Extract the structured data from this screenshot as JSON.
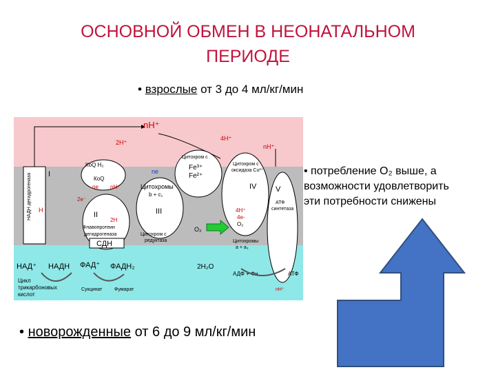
{
  "title": {
    "line1": "ОСНОВНОЙ ОБМЕН В НЕОНАТАЛЬНОМ",
    "line2": "ПЕРИОДЕ"
  },
  "adult": {
    "bullet": "•",
    "label": "взрослые",
    "text": "от 3 до 4 мл/кг/мин"
  },
  "side_note": {
    "line1": "• потребление О₂ выше, а",
    "line2": "возможности удовлетворить",
    "line3": "эти потребности снижены"
  },
  "newborn": {
    "bullet": "•",
    "label": "новорожденные",
    "text": "от 6 до 9 мл/кг/мин"
  },
  "diagram": {
    "nh_top": "nH⁺",
    "h2_left": "2H⁺",
    "h4_top": "4H⁺",
    "nh_right": "nH⁺",
    "complex_1": "I",
    "complex_2": "II",
    "complex_3": "III",
    "complex_4": "IV",
    "complex_5": "V",
    "nadh_dehydrogenase": "НАДН дегидрогеназа",
    "h_small": "H",
    "koq_h2": "КоQ H₂",
    "koq": "КоQ",
    "ne_1": "nе",
    "nh_mid": "nН⁺",
    "ne_2": "nе",
    "e2_left": "2e⁻",
    "h2_mid": "2H",
    "cytochrome_c": "Цитохром с",
    "fe3": "Fe³⁺",
    "fe2": "Fe²⁺",
    "cytochromes_bc1_1": "Цитохромы",
    "cytochromes_bc1_2": "b + c₁",
    "cyt_c_oxidase_1": "Цитохром с",
    "cyt_c_oxidase_2": "оксидаза Cu²⁺",
    "h4_right": "4H⁺",
    "e4_right": "4e-",
    "o2_right": "O₂",
    "atp_synthetase_1": "АТФ",
    "atp_synthetase_2": "синтетаза",
    "flavoprotein_1": "Флавопротеин",
    "flavoprotein_2": "дегидрогеназа",
    "sdh": "СДН",
    "cyt_c_reductase_1": "Цитохром с",
    "cyt_c_reductase_2": "редуктаза",
    "o2_green": "О₂",
    "cyt_a_1": "Цитохромы",
    "cyt_a_2": "a + a₃",
    "nad": "НАД⁺",
    "nadh": "НАДН",
    "fad": "ФАД⁺",
    "fadh2": "ФАДН₂",
    "h2o": "2H₂O",
    "adp": "АДФ + Фн",
    "atp": "АТФ",
    "nh_bottom": "nH⁺",
    "krebs_1": "Цикл",
    "krebs_2": "трикарбоновых",
    "krebs_3": "кислот",
    "succinate": "Сукцинат",
    "fumarate": "Фумарат"
  },
  "colors": {
    "title": "#c0143c",
    "intermembrane_pink": "#f7c8cc",
    "membrane_gray": "#bcbcbc",
    "matrix_cyan": "#8fe8e8",
    "arrow_blue": "#4472c4",
    "arrow_outline": "#2f4f7f",
    "o2_arrow_green": "#22cc33",
    "h_red": "#cc0000"
  },
  "icons": {
    "up_arrow": "up-arrow-icon",
    "o2_arrow": "right-arrow-icon"
  }
}
